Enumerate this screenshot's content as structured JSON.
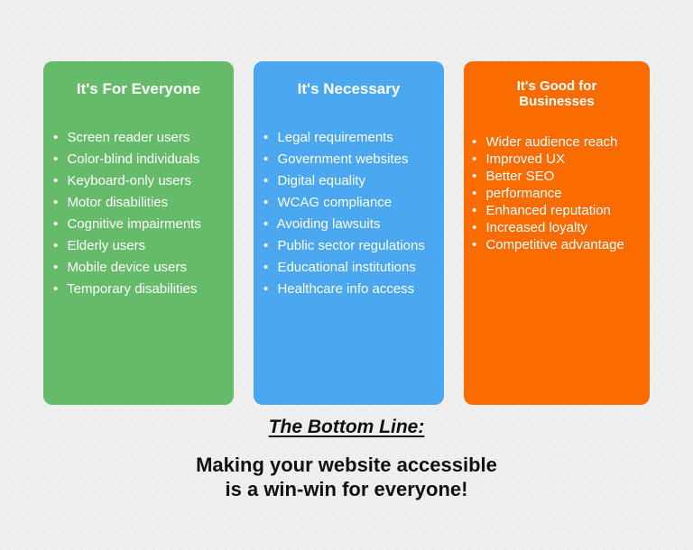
{
  "bullet": "•",
  "background_color": "#efefef",
  "text_color": "#111111",
  "columns": [
    {
      "title": "It's For Everyone",
      "color": "#66bb6a",
      "items": [
        "Screen reader users",
        "Color-blind individuals",
        "Keyboard-only users",
        "Motor disabilities",
        "Cognitive impairments",
        "Elderly users",
        "Mobile device users",
        "Temporary disabilities"
      ]
    },
    {
      "title": "It's Necessary",
      "color": "#4aa7f0",
      "items": [
        "Legal requirements",
        "Government websites",
        "Digital equality",
        "WCAG compliance",
        "Avoiding lawsuits",
        "Public sector regulations",
        "Educational institutions",
        "Healthcare info access"
      ]
    },
    {
      "title": "It's Good for Businesses",
      "color": "#fa6b00",
      "items": [
        "Wider audience reach",
        "Improved UX",
        "Better SEO",
        "performance",
        "Enhanced reputation",
        "Increased loyalty",
        "Competitive advantage"
      ]
    }
  ],
  "footer": {
    "heading": "The Bottom Line:",
    "message_line1": "Making your website accessible",
    "message_line2": "is a win-win for everyone!"
  }
}
